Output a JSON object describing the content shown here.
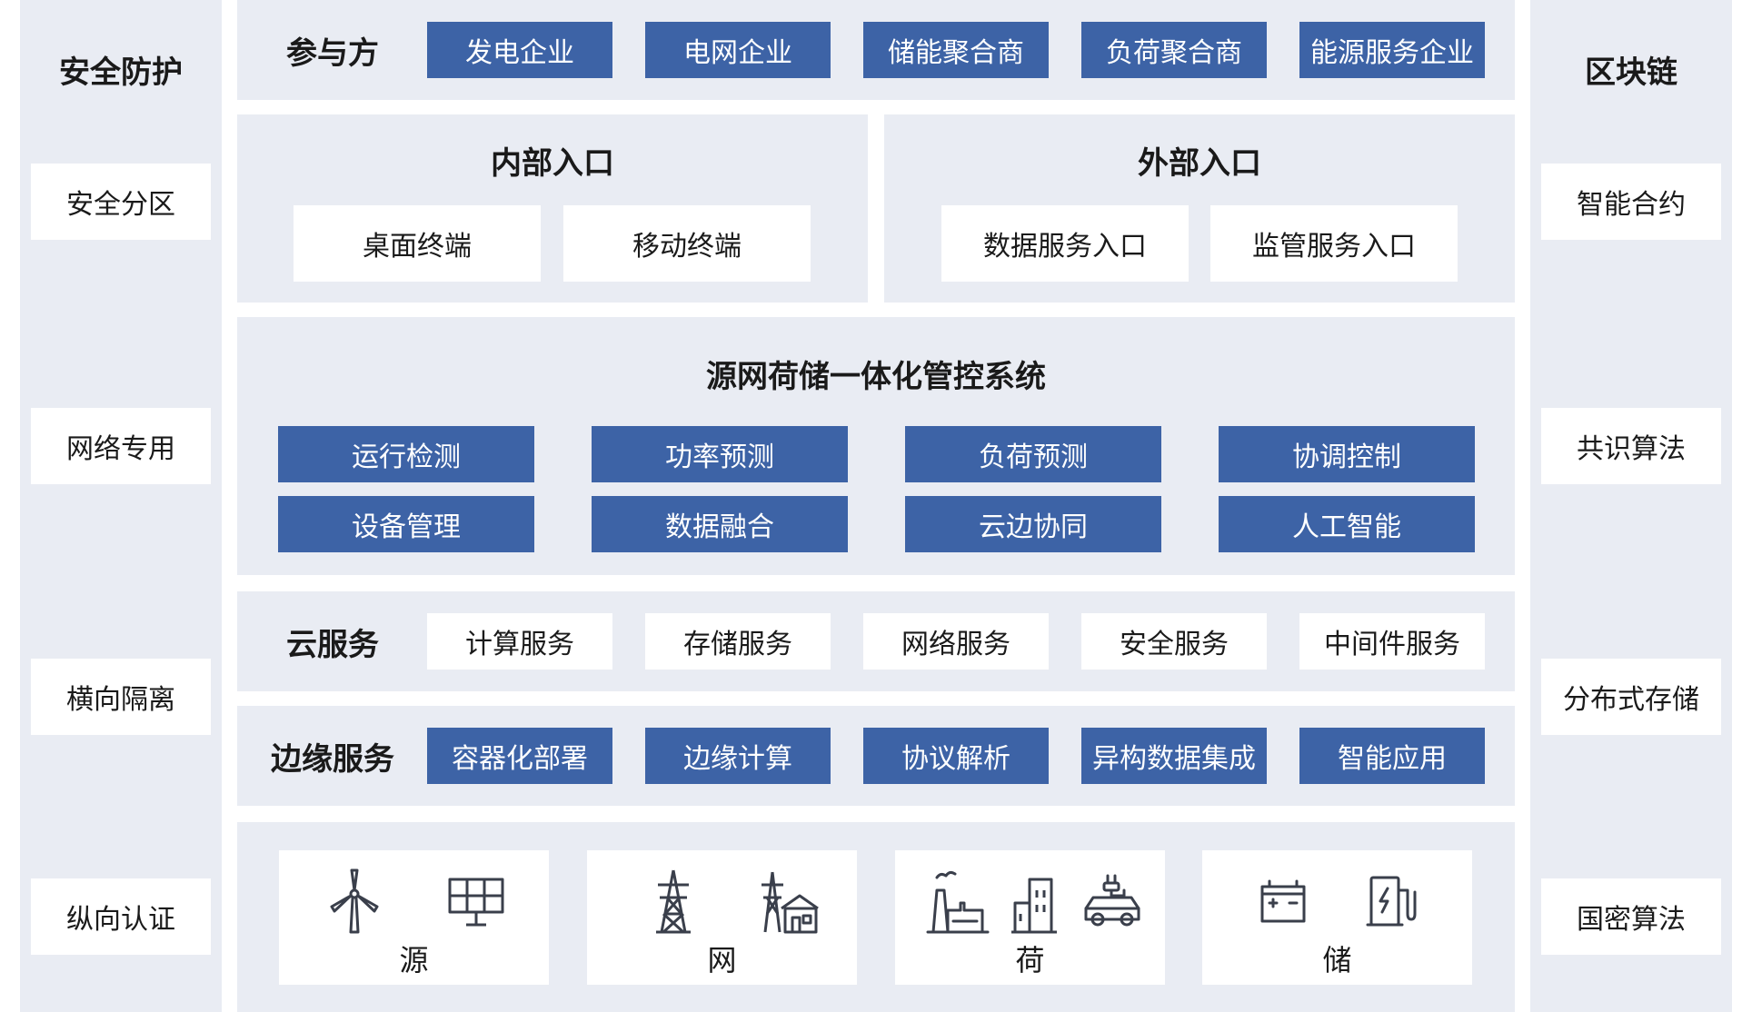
{
  "left_panel": {
    "title": "安全防护",
    "items": [
      "安全分区",
      "网络专用",
      "横向隔离",
      "纵向认证"
    ]
  },
  "right_panel": {
    "title": "区块链",
    "items": [
      "智能合约",
      "共识算法",
      "分布式存储",
      "国密算法"
    ]
  },
  "participants": {
    "label": "参与方",
    "items": [
      "发电企业",
      "电网企业",
      "储能聚合商",
      "负荷聚合商",
      "能源服务企业"
    ]
  },
  "internal_entry": {
    "title": "内部入口",
    "items": [
      "桌面终端",
      "移动终端"
    ]
  },
  "external_entry": {
    "title": "外部入口",
    "items": [
      "数据服务入口",
      "监管服务入口"
    ]
  },
  "control_system": {
    "title": "源网荷储一体化管控系统",
    "row1": [
      "运行检测",
      "功率预测",
      "负荷预测",
      "协调控制"
    ],
    "row2": [
      "设备管理",
      "数据融合",
      "云边协同",
      "人工智能"
    ]
  },
  "cloud_service": {
    "label": "云服务",
    "items": [
      "计算服务",
      "存储服务",
      "网络服务",
      "安全服务",
      "中间件服务"
    ]
  },
  "edge_service": {
    "label": "边缘服务",
    "items": [
      "容器化部署",
      "边缘计算",
      "协议解析",
      "异构数据集成",
      "智能应用"
    ]
  },
  "resources": {
    "items": [
      {
        "label": "源",
        "icons": [
          "wind-turbine-icon",
          "solar-panel-icon"
        ]
      },
      {
        "label": "网",
        "icons": [
          "transmission-tower-icon",
          "substation-icon"
        ]
      },
      {
        "label": "荷",
        "icons": [
          "factory-icon",
          "building-icon",
          "electric-car-icon"
        ]
      },
      {
        "label": "储",
        "icons": [
          "battery-icon",
          "charging-station-icon"
        ]
      }
    ]
  },
  "colors": {
    "accent_blue": "#3d63a6",
    "panel_bg": "#e9ecf3",
    "icon_stroke": "#3a3f4b"
  }
}
